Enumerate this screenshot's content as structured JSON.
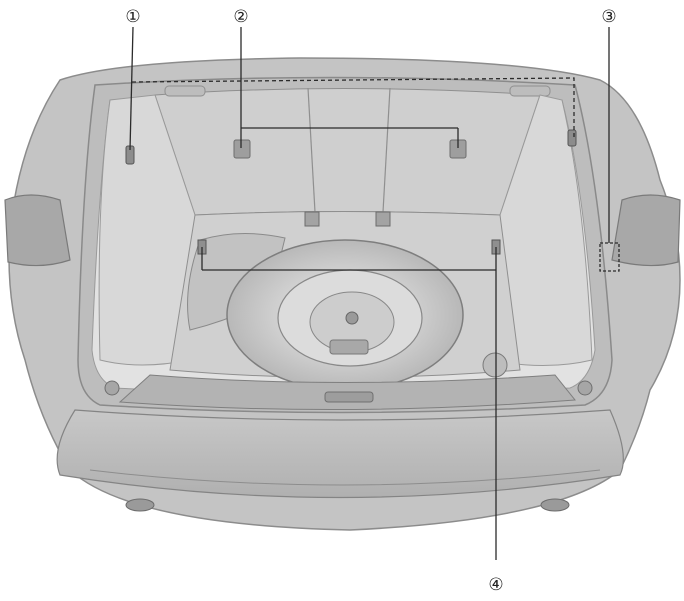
{
  "callouts": [
    {
      "id": "1",
      "label": "①"
    },
    {
      "id": "2",
      "label": "②"
    },
    {
      "id": "3",
      "label": "③"
    },
    {
      "id": "4",
      "label": "④"
    }
  ],
  "colors": {
    "body": "#c2c2c2",
    "body_dark": "#a9a9a9",
    "trunk_interior": "#dcdcdc",
    "floor": "#cfcfcf",
    "tire": "#d6d6d6",
    "leader_line": "#2b2b2b",
    "outline": "#8c8c8c"
  }
}
